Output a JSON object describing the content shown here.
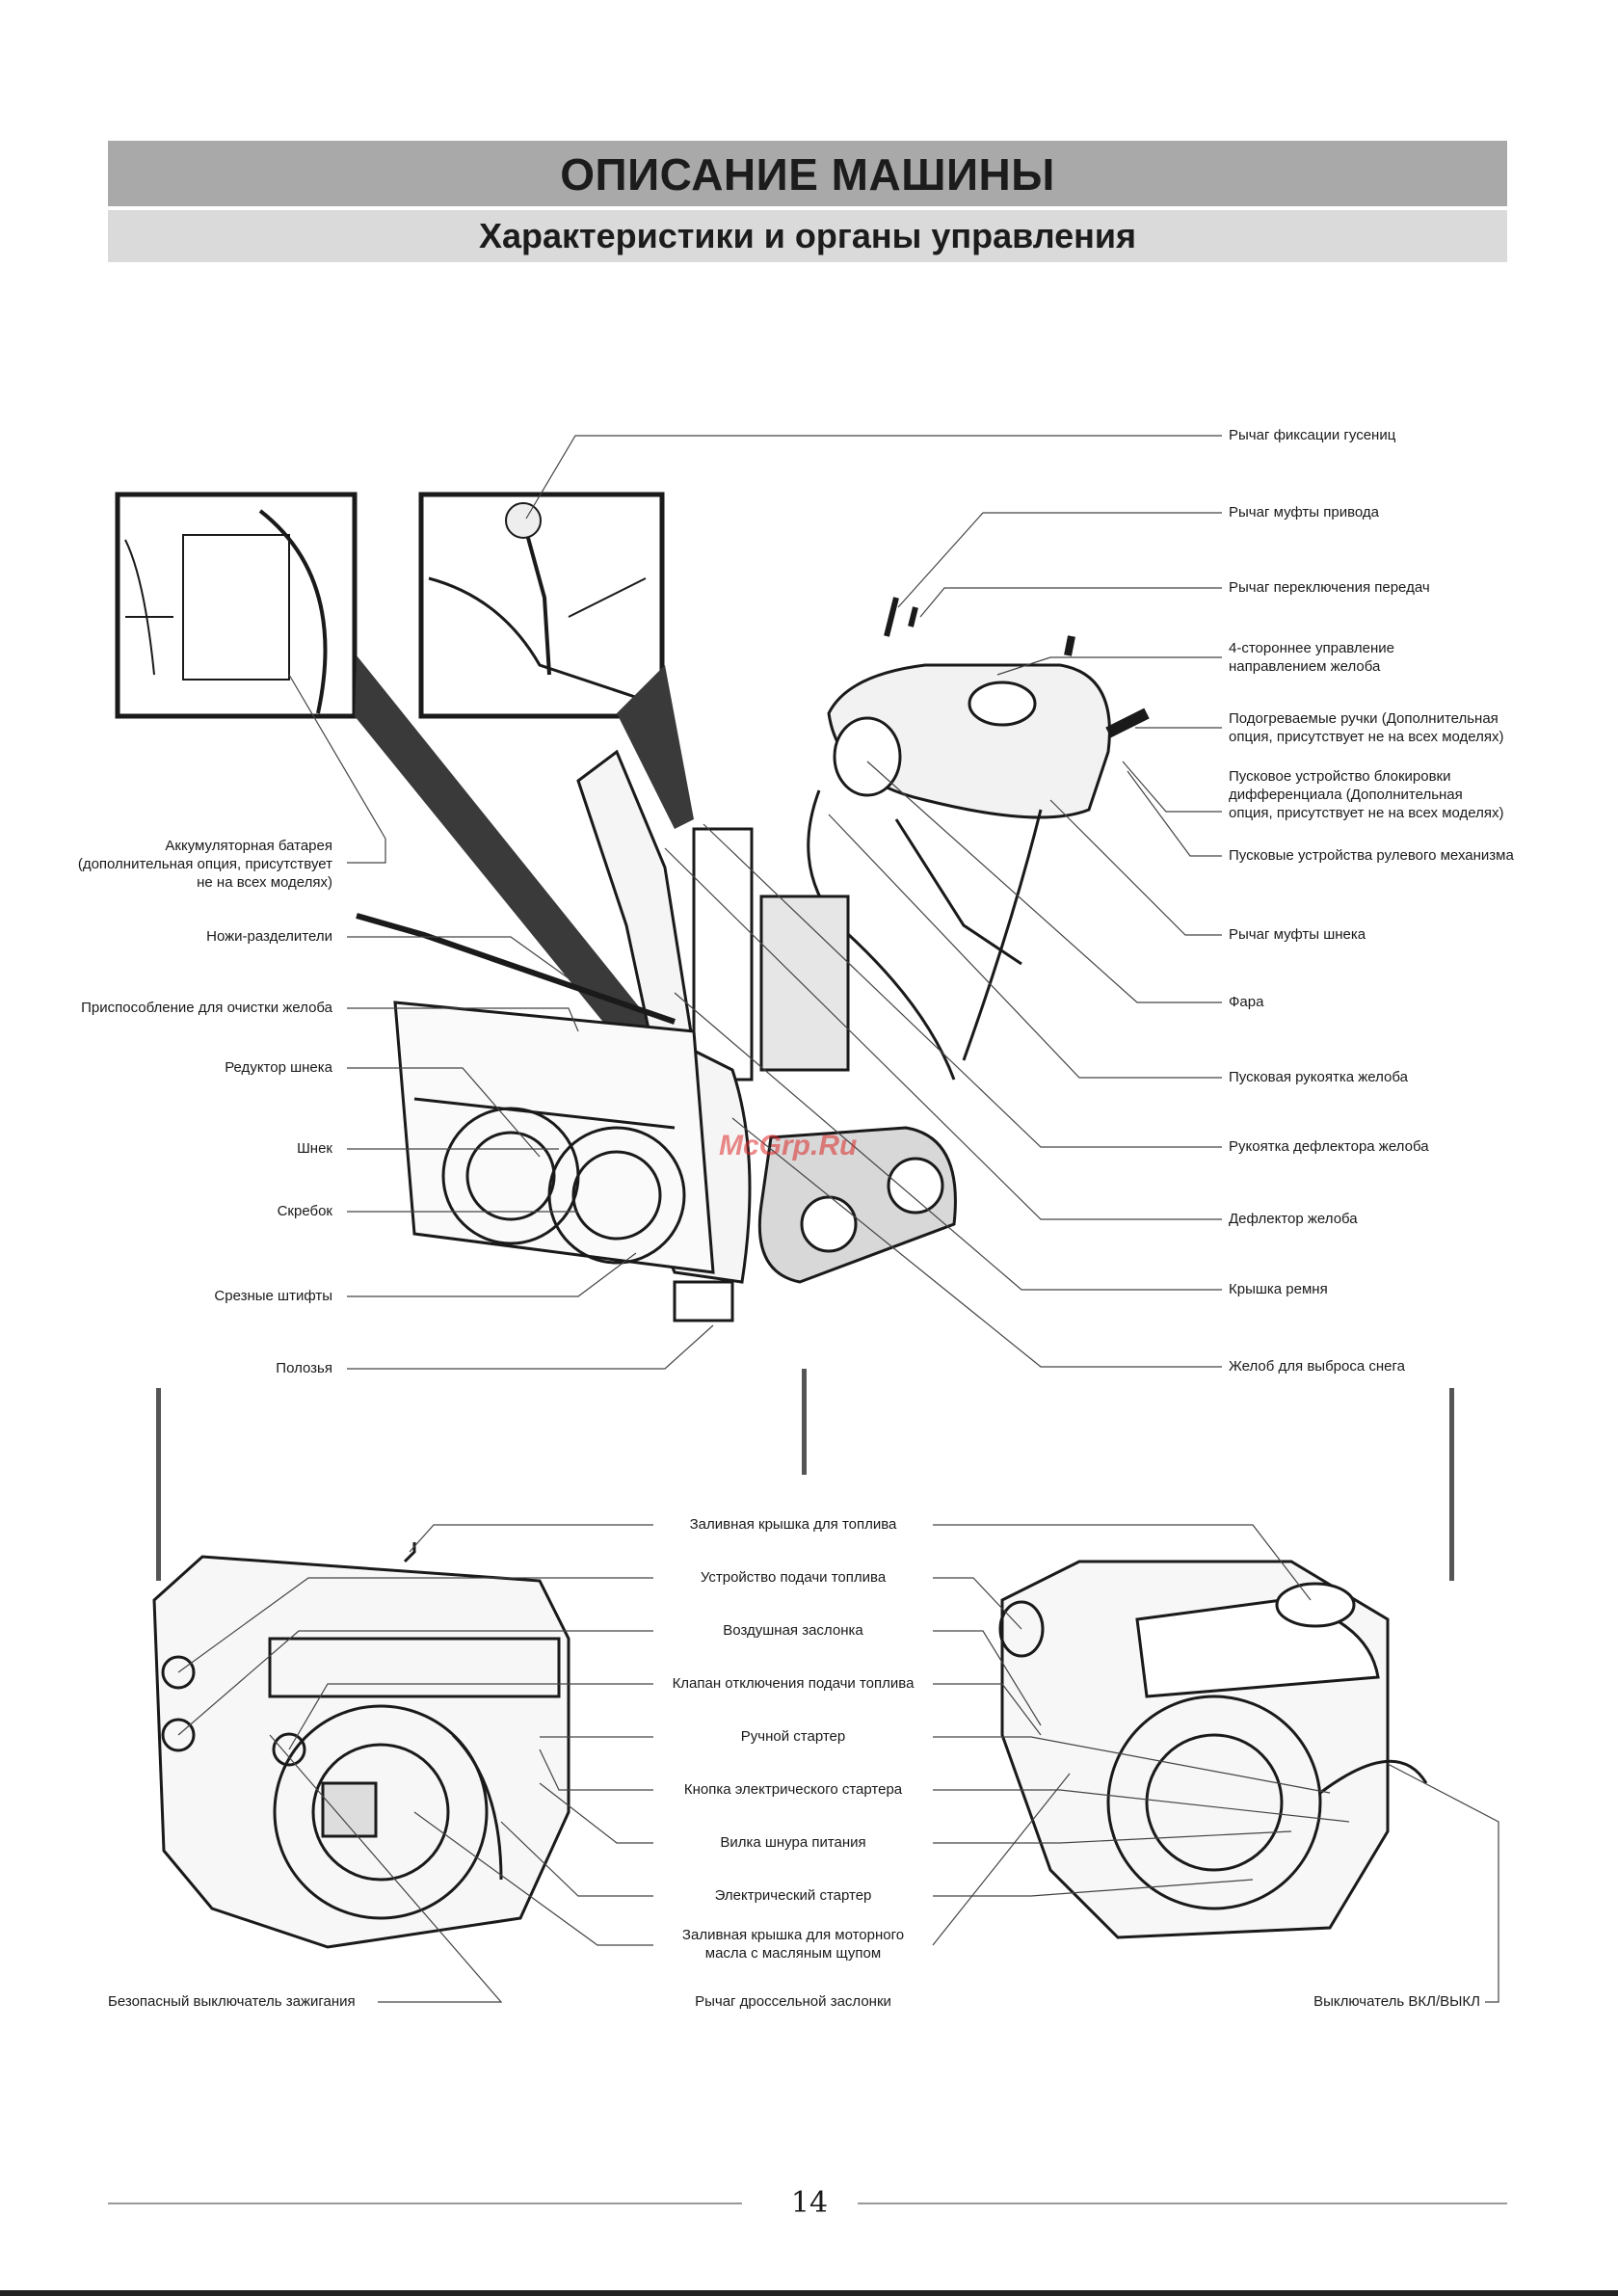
{
  "header": {
    "title": "ОПИСАНИЕ МАШИНЫ",
    "subtitle": "Характеристики и органы управления"
  },
  "snowblower": {
    "right_labels": [
      "Рычаг фиксации гусениц",
      "Рычаг муфты привода",
      "Рычаг переключения передач",
      "4-стороннее управление\nнаправлением желоба",
      "Подогреваемые ручки (Дополнительная\nопция, присутствует не на всех моделях)",
      "Пусковое устройство блокировки\nдифференциала (Дополнительная\nопция, присутствует не на всех моделях)",
      "Пусковые устройства рулевого механизма",
      "Рычаг муфты шнека",
      "Фара",
      "Пусковая рукоятка желоба",
      "Рукоятка дефлектора желоба",
      "Дефлектор желоба",
      "Крышка ремня",
      "Желоб для выброса снега"
    ],
    "left_labels": [
      "Аккумуляторная батарея\n(дополнительная опция, присутствует\nне на всех моделях)",
      "Ножи-разделители",
      "Приспособление для очистки желоба",
      "Редуктор шнека",
      "Шнек",
      "Скребок",
      "Срезные штифты",
      "Полозья"
    ]
  },
  "engine": {
    "center_labels": [
      "Заливная крышка для топлива",
      "Устройство подачи топлива",
      "Воздушная заслонка",
      "Клапан отключения подачи топлива",
      "Ручной стартер",
      "Кнопка электрического стартера",
      "Вилка шнура питания",
      "Электрический стартер",
      "Заливная крышка для моторного\nмасла с масляным щупом",
      "Рычаг дроссельной заслонки"
    ],
    "left_label": "Безопасный выключатель зажигания",
    "right_label": "Выключатель ВКЛ/ВЫКЛ"
  },
  "watermark": "McGrp.Ru",
  "page_number": "14"
}
